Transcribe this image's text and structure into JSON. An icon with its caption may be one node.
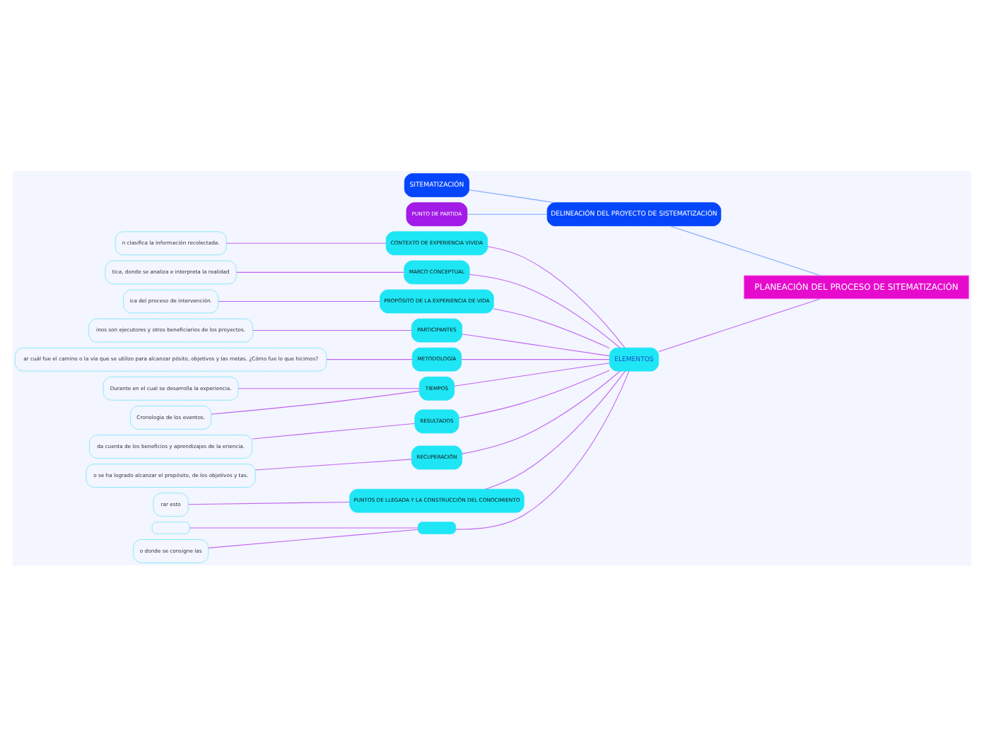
{
  "diagram": {
    "nodes": [
      {
        "text": [
          "PLANEACIÓN DEL PROCESO DE SITEMATIZACIÓN"
        ]
      },
      {
        "text": [
          "DELINEACIÓN DEL PROYECTO DE SISTEMATIZACIÓN"
        ]
      },
      {
        "text": [
          "SITEMATIZACIÓN"
        ]
      },
      {
        "text": [
          "PUNTO DE PARTIDA"
        ]
      },
      {
        "text": [
          "ELEMENTOS"
        ]
      },
      {
        "text": [
          "CONTEXTO DE EXPERIENCIA VIVIDA"
        ]
      },
      {
        "text": [
          "n clasifica la información recolectada."
        ]
      },
      {
        "text": [
          "MARCO CONCEPTUAL"
        ]
      },
      {
        "text": [
          "tica, donde se analiza e interpreta la realidad"
        ]
      },
      {
        "text": [
          "PROPÓSITO DE LA EXPERIENCIA DE VIDA"
        ]
      },
      {
        "text": [
          "ica del proceso de intervención."
        ]
      },
      {
        "text": [
          "PARTICIPANTES"
        ]
      },
      {
        "text": [
          "inos son ejecutores y otros beneficiarios de los proyectos."
        ]
      },
      {
        "text": [
          "METODOLOGÍA"
        ]
      },
      {
        "text": [
          "ar cuál fue el camino o la vía que se utilizo para alcanzar pósito, objetivos y las metas. ¿Cómo fue lo que hicimos?"
        ]
      },
      {
        "text": [
          "TIEMPOS"
        ]
      },
      {
        "text": [
          "Durante en el cual se desarrolla la experiencia."
        ]
      },
      {
        "text": [
          "Cronologia de los eventos."
        ]
      },
      {
        "text": [
          "RESULTADOS"
        ]
      },
      {
        "text": [
          "da cuenta de los beneficios y aprendizajes de la eriencia."
        ]
      },
      {
        "text": [
          "RECUPERACIÓN"
        ]
      },
      {
        "text": [
          "o se ha logrado alcanzar el propósito, de los objetivos y tas."
        ]
      },
      {
        "text": [
          "PUNTOS DE LLEGADA Y LA CONSTRUCCIÓN DEL CONOCIMIENTO"
        ]
      },
      {
        "text": [
          "rar esto"
        ]
      },
      {
        "text": [],
        "shape": "box"
      },
      {
        "text": [],
        "shape": "box"
      },
      {
        "text": [
          "o donde se consigne las"
        ]
      }
    ],
    "edges": [
      {
        "from": 0,
        "to": 1,
        "arrow": "none",
        "color": "#7aa7ff"
      },
      {
        "from": 1,
        "to": 2,
        "arrow": "none",
        "color": "#7aa7ff"
      },
      {
        "from": 1,
        "to": 3,
        "arrow": "none",
        "color": "#7aa7ff"
      },
      {
        "from": 0,
        "to": 4,
        "arrow": "none"
      },
      {
        "from": 4,
        "to": 5,
        "arrow": "none"
      },
      {
        "from": 5,
        "to": 6,
        "arrow": "none"
      },
      {
        "from": 4,
        "to": 7,
        "arrow": "none"
      },
      {
        "from": 7,
        "to": 8,
        "arrow": "none"
      },
      {
        "from": 4,
        "to": 9,
        "arrow": "none"
      },
      {
        "from": 9,
        "to": 10,
        "arrow": "none"
      },
      {
        "from": 4,
        "to": 11,
        "arrow": "none"
      },
      {
        "from": 11,
        "to": 12,
        "arrow": "none"
      },
      {
        "from": 4,
        "to": 13,
        "arrow": "none"
      },
      {
        "from": 13,
        "to": 14,
        "arrow": "none"
      },
      {
        "from": 4,
        "to": 15,
        "arrow": "none"
      },
      {
        "from": 15,
        "to": 16,
        "arrow": "none"
      },
      {
        "from": 15,
        "to": 17,
        "arrow": "none"
      },
      {
        "from": 4,
        "to": 18,
        "arrow": "none"
      },
      {
        "from": 18,
        "to": 19,
        "arrow": "none"
      },
      {
        "from": 4,
        "to": 20,
        "arrow": "none"
      },
      {
        "from": 20,
        "to": 21,
        "arrow": "none"
      },
      {
        "from": 4,
        "to": 22,
        "arrow": "none"
      },
      {
        "from": 22,
        "to": 23,
        "arrow": "none"
      },
      {
        "from": 4,
        "to": 25,
        "arrow": "none"
      },
      {
        "from": 25,
        "to": 24,
        "arrow": "none"
      },
      {
        "from": 25,
        "to": 26,
        "arrow": "none"
      }
    ]
  }
}
